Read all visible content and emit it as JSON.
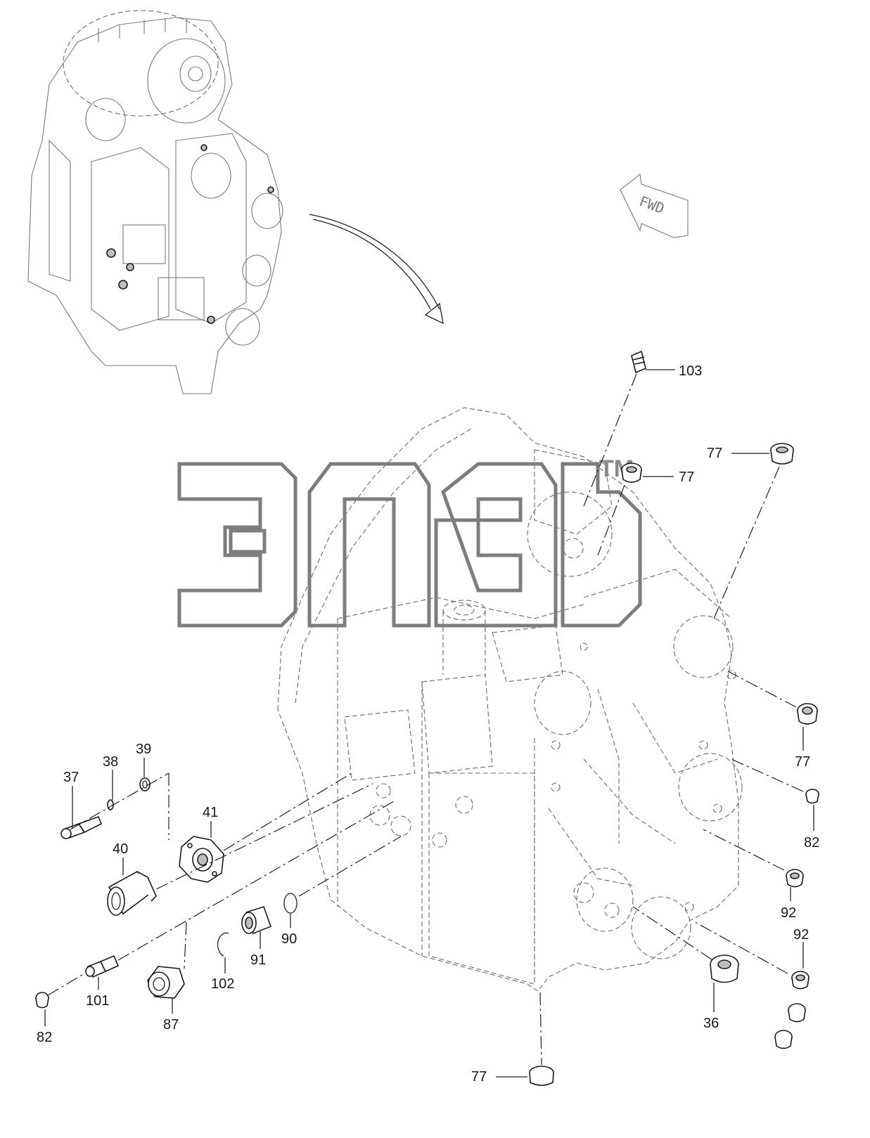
{
  "diagram": {
    "corner_mark": "",
    "watermark_mark": "TM",
    "direction_label": "FWD",
    "callouts": [
      {
        "id": "c103",
        "label": "103"
      },
      {
        "id": "c77a",
        "label": "77"
      },
      {
        "id": "c77b",
        "label": "77"
      },
      {
        "id": "c77c",
        "label": "77"
      },
      {
        "id": "c77d",
        "label": "77"
      },
      {
        "id": "c82a",
        "label": "82"
      },
      {
        "id": "c92a",
        "label": "92"
      },
      {
        "id": "c92b",
        "label": "92"
      },
      {
        "id": "c36",
        "label": "36"
      },
      {
        "id": "c37",
        "label": "37"
      },
      {
        "id": "c38",
        "label": "38"
      },
      {
        "id": "c39",
        "label": "39"
      },
      {
        "id": "c40",
        "label": "40"
      },
      {
        "id": "c41",
        "label": "41"
      },
      {
        "id": "c90",
        "label": "90"
      },
      {
        "id": "c91",
        "label": "91"
      },
      {
        "id": "c102",
        "label": "102"
      },
      {
        "id": "c101",
        "label": "101"
      },
      {
        "id": "c87",
        "label": "87"
      },
      {
        "id": "c82b",
        "label": "82"
      }
    ]
  }
}
